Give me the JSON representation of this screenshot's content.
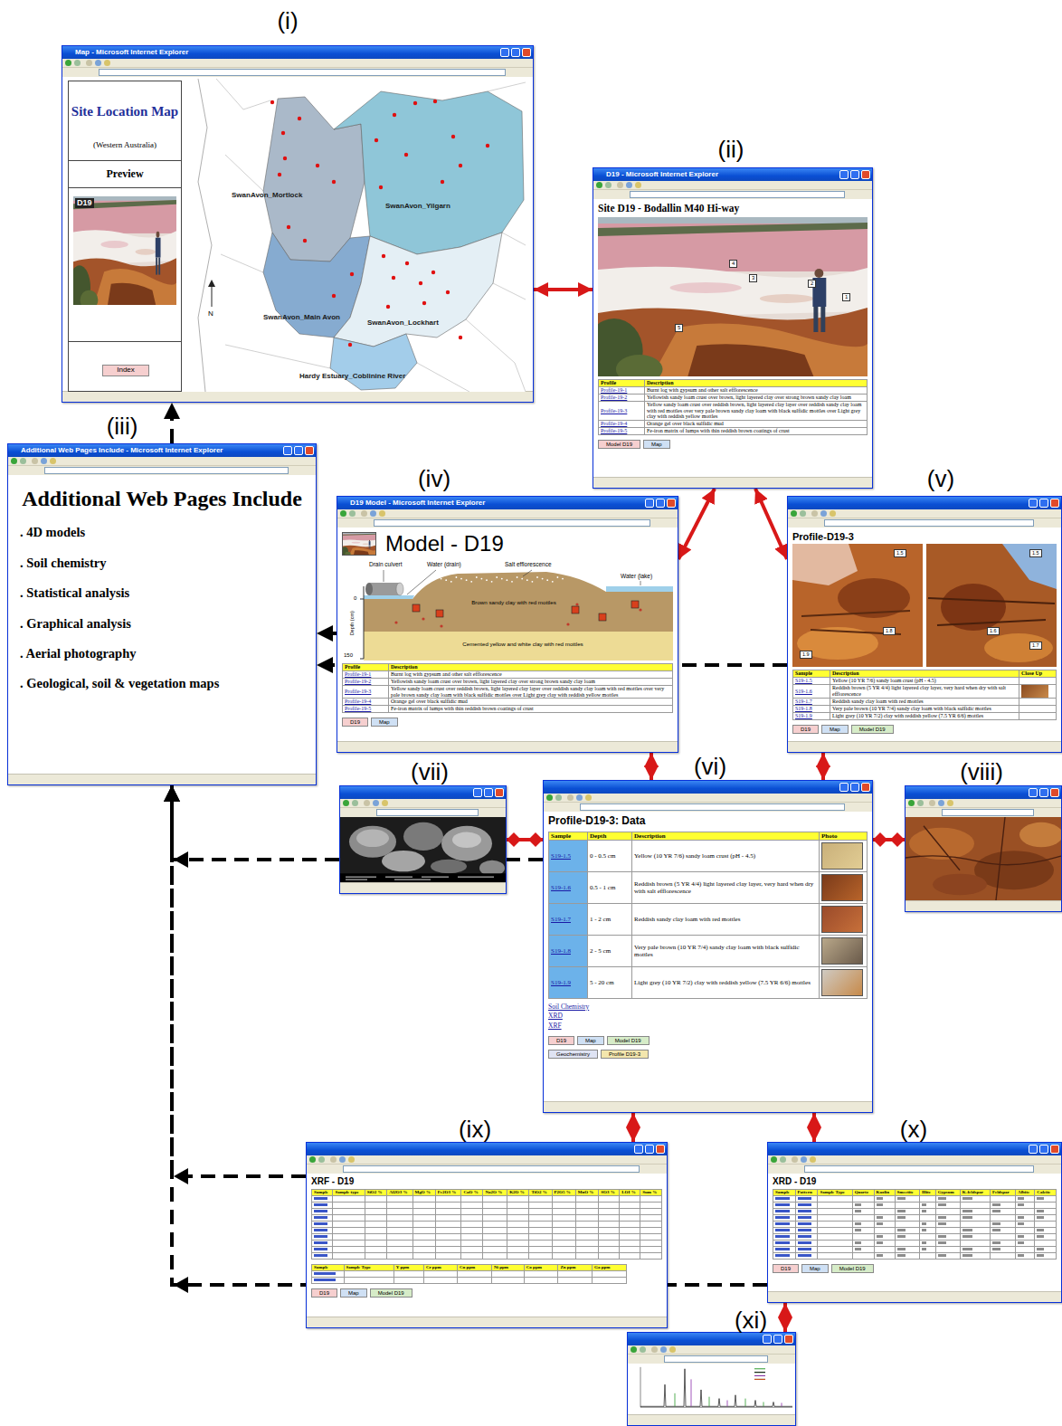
{
  "diagram": {
    "nodes": [
      {
        "text": [
          "(i)",
          "Map - Microsoft Internet Explorer",
          "Site Location Map",
          "(Western Australia)",
          "Preview",
          "D19",
          "Index",
          "SwanAvon_Mortlock",
          "SwanAvon_Yilgarn",
          "SwanAvon_Main Avon",
          "SwanAvon_Lockhart",
          "Hardy Estuary_Coblinine River",
          "N"
        ]
      },
      {
        "text": [
          "(ii)",
          "D19 - Microsoft Internet Explorer",
          "Site D19 - Bodallin M40 Hi-way",
          "1",
          "2",
          "3",
          "4",
          "5",
          "Profile",
          "Description",
          "Profile-19-1",
          "Burnt log with gypsum and other salt efflorescence",
          "Profile-19-2",
          "Yellowish sandy loam crust over brown, light layered clay over strong brown sandy clay loam",
          "Profile-19-3",
          "Yellow sandy loam crust over reddish brown, light layered clay layer over reddish sandy clay loam with red mottles over very pale brown sandy clay loam with black sulfidic mottles over Light grey clay with reddish yellow mottles",
          "Profile-19-4",
          "Orange gel over black sulfidic mud",
          "Profile-19-5",
          "Fe-iron matrix of lumps with thin reddish brown coatings of crust",
          "Model D19",
          "Map"
        ]
      },
      {
        "text": [
          "(iii)",
          "Additional Web Pages Include - Microsoft Internet Explorer",
          "Additional Web Pages Include",
          ". 4D models",
          ". Soil chemistry",
          ". Statistical analysis",
          ". Graphical analysis",
          ". Aerial photography",
          ". Geological, soil & vegetation maps"
        ]
      },
      {
        "text": [
          "(iv)",
          "D19 Model - Microsoft Internet Explorer",
          "Model - D19",
          "Drain culvert",
          "Water (drain)",
          "Salt efflorescence",
          "Water (lake)",
          "0",
          "Depth (cm)",
          "150",
          "Brown sandy clay with red mottles",
          "Cemented yellow and white clay with red mottles",
          "Profile",
          "Description",
          "Profile-19-1",
          "Burnt log with gypsum and other salt efflorescence",
          "Profile-19-2",
          "Yellowish sandy loam crust over brown, light layered clay over strong brown sandy clay loam",
          "Profile-19-3",
          "Yellow sandy loam crust over reddish brown, light layered clay layer over reddish sandy clay loam with red mottles over very pale brown sandy clay loam with black sulfidic mottles over Light grey clay with reddish yellow mottles",
          "Profile-19-4",
          "Orange gel over black sulfidic mud",
          "Profile-19-5",
          "Fe-iron matrix of lumps with thin reddish brown coatings of crust",
          "D19",
          "Map"
        ]
      },
      {
        "text": [
          "(v)",
          "Profile-D19-3",
          "1.5",
          "1.8",
          "1.9",
          "1.5",
          "1.6",
          "1.7",
          "Sample",
          "Description",
          "Close Up",
          "S19-1.5",
          "Yellow (10 YR 7/6) sandy loam crust (pH - 4.5)",
          "S19-1.6",
          "Reddish brown (5 YR 4/4) light layered clay layer, very hard when dry with salt efflorescence",
          "S19-1.7",
          "Reddish sandy clay loam with red mottles",
          "S19-1.8",
          "Very pale brown (10 YR 7/4) sandy clay loam with black sulfidic mottles",
          "S19-1.9",
          "Light grey (10 YR 7/2) clay with reddish yellow (7.5 YR 6/6) mottles",
          "D19",
          "Map",
          "Model D19"
        ]
      },
      {
        "text": [
          "(vi)",
          "Profile-D19-3: Data",
          "Sample",
          "Depth",
          "Description",
          "Photo",
          "S19-1.5",
          "0 - 0.5 cm",
          "Yellow (10 YR 7/6) sandy loam crust (pH - 4.5)",
          "S19-1.6",
          "0.5 - 1 cm",
          "Reddish brown (5 YR 4/4) light layered clay layer, very hard when dry with salt efflorescence",
          "S19-1.7",
          "1 - 2 cm",
          "Reddish sandy clay loam with red mottles",
          "S19-1.8",
          "2 - 5 cm",
          "Very pale brown (10 YR 7/4) sandy clay loam with black sulfidic mottles",
          "S19-1.9",
          "5 - 20 cm",
          "Light grey (10 YR 7/2) clay with reddish yellow (7.5 YR 6/6) mottles",
          "Soil Chemistry",
          "XRD",
          "XRF",
          "D19",
          "Map",
          "Model D19",
          "Geochemistry",
          "Profile D19-3"
        ]
      },
      {
        "text": [
          "(vii)"
        ]
      },
      {
        "text": [
          "(viii)"
        ]
      },
      {
        "text": [
          "(ix)",
          "XRF - D19",
          "Sample",
          "Sample type",
          "SiO2 %",
          "Al2O3 %",
          "MgO %",
          "Fe2O3 %",
          "CaO %",
          "Na2O %",
          "K2O %",
          "TiO2 %",
          "P2O5 %",
          "MnO %",
          "SO3 %",
          "LOI %",
          "Sum %",
          "Sample",
          "Sample Type",
          "Y ppm",
          "Cr ppm",
          "Cu ppm",
          "Ni ppm",
          "Co ppm",
          "Zn ppm",
          "Ga ppm",
          "D19",
          "Map",
          "Model D19"
        ]
      },
      {
        "text": [
          "(x)",
          "XRD - D19",
          "Sample",
          "Pattern",
          "Sample Type",
          "Quartz",
          "Kaolin",
          "Smectite",
          "Illite",
          "Gypsum",
          "K-feldspar",
          "Feldspar",
          "Albite",
          "Calcite",
          "D19",
          "Map",
          "Model D19"
        ]
      },
      {
        "text": [
          "(xi)"
        ]
      }
    ],
    "edges": [
      {
        "from": 0,
        "to": 1,
        "arrow": "both"
      },
      {
        "from": 1,
        "to": 3,
        "arrow": "both"
      },
      {
        "from": 1,
        "to": 4,
        "arrow": "both"
      },
      {
        "from": 3,
        "to": 5,
        "arrow": "both"
      },
      {
        "from": 4,
        "to": 5,
        "arrow": "both"
      },
      {
        "from": 6,
        "to": 5,
        "arrow": "both"
      },
      {
        "from": 7,
        "to": 5,
        "arrow": "both"
      },
      {
        "from": 5,
        "to": 8,
        "arrow": "both"
      },
      {
        "from": 5,
        "to": 9,
        "arrow": "both"
      },
      {
        "from": 9,
        "to": 10,
        "arrow": "both"
      },
      {
        "from": 2,
        "to": 0,
        "arrow": "to"
      },
      {
        "from": 3,
        "to": 2,
        "arrow": "to"
      },
      {
        "from": 4,
        "to": 2,
        "arrow": "to"
      },
      {
        "from": 5,
        "to": 2,
        "arrow": "to"
      },
      {
        "from": 8,
        "to": 2,
        "arrow": "to"
      },
      {
        "from": 9,
        "to": 2,
        "arrow": "to"
      }
    ]
  }
}
